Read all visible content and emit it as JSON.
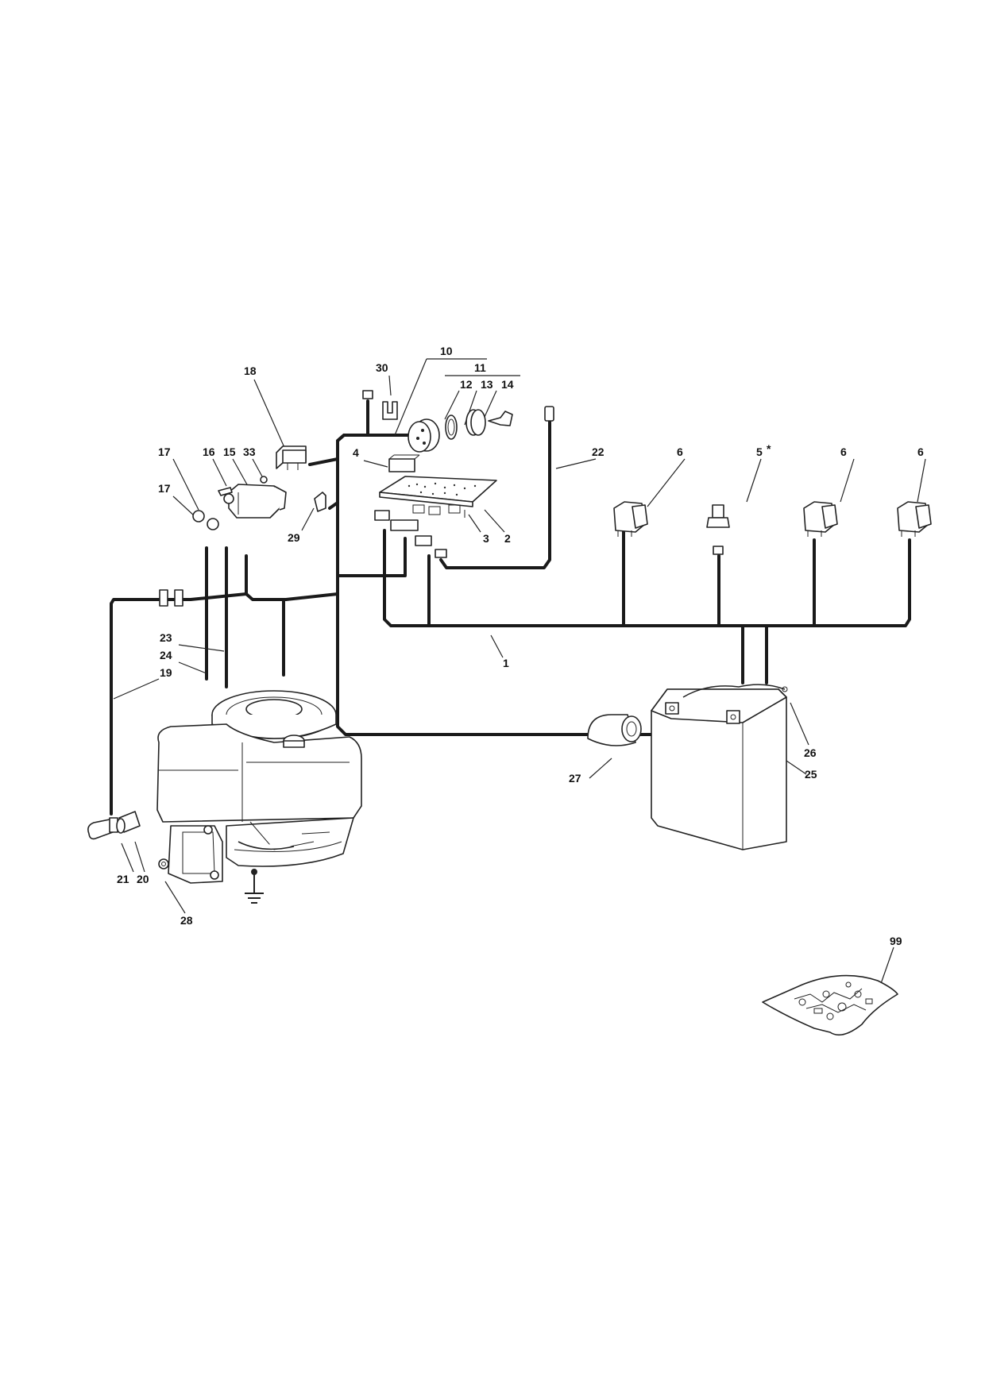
{
  "callouts": {
    "c1": "1",
    "c2": "2",
    "c3": "3",
    "c4": "4",
    "c5": "5",
    "c5_mark": "*",
    "c6a": "6",
    "c6b": "6",
    "c6c": "6",
    "c10": "10",
    "c11": "11",
    "c12": "12",
    "c13": "13",
    "c14": "14",
    "c15": "15",
    "c16": "16",
    "c17a": "17",
    "c17b": "17",
    "c18": "18",
    "c19": "19",
    "c20": "20",
    "c21": "21",
    "c22": "22",
    "c23": "23",
    "c24": "24",
    "c25": "25",
    "c26": "26",
    "c27": "27",
    "c28": "28",
    "c29": "29",
    "c30": "30",
    "c33": "33",
    "c99": "99"
  },
  "colors": {
    "line": "#1a1a1a",
    "background": "#ffffff"
  },
  "icons": [
    "engine-icon",
    "battery-icon",
    "switch-icon",
    "relay-icon",
    "circuit-board-icon",
    "ignition-key-icon",
    "bulb-icon",
    "ground-symbol-icon",
    "hardware-bag-icon"
  ]
}
